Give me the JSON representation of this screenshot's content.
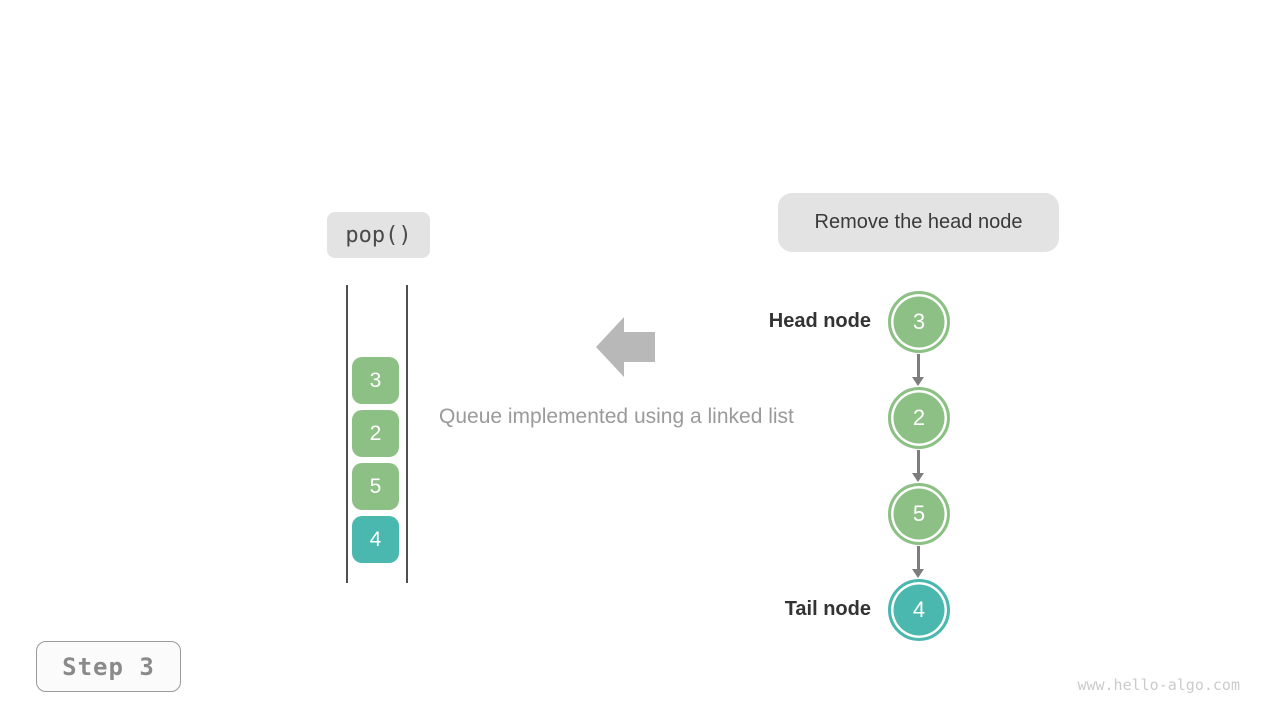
{
  "figure": {
    "operation": "pop()",
    "annotation": "Remove the head node",
    "caption": "Queue implemented using a linked list",
    "step": "Step 3",
    "watermark": "www.hello-algo.com"
  },
  "queue_stack": {
    "items": [
      {
        "value": "3",
        "type": "normal"
      },
      {
        "value": "2",
        "type": "normal"
      },
      {
        "value": "5",
        "type": "normal"
      },
      {
        "value": "4",
        "type": "tail"
      }
    ]
  },
  "linked_list": {
    "head_label": "Head node",
    "tail_label": "Tail node",
    "nodes": [
      {
        "value": "3",
        "role": "head",
        "type": "normal"
      },
      {
        "value": "2",
        "role": "",
        "type": "normal"
      },
      {
        "value": "5",
        "role": "",
        "type": "normal"
      },
      {
        "value": "4",
        "role": "tail",
        "type": "tail"
      }
    ]
  },
  "colors": {
    "node_green": "#8cc084",
    "node_teal": "#4ab8ae",
    "label_box_gray": "#e3e3e3",
    "big_arrow_gray": "#b8b8b8",
    "connector_gray": "#7d7d7d",
    "text_dark": "#333333",
    "text_muted": "#9a9a9a",
    "watermark_gray": "#cbcbcb"
  }
}
